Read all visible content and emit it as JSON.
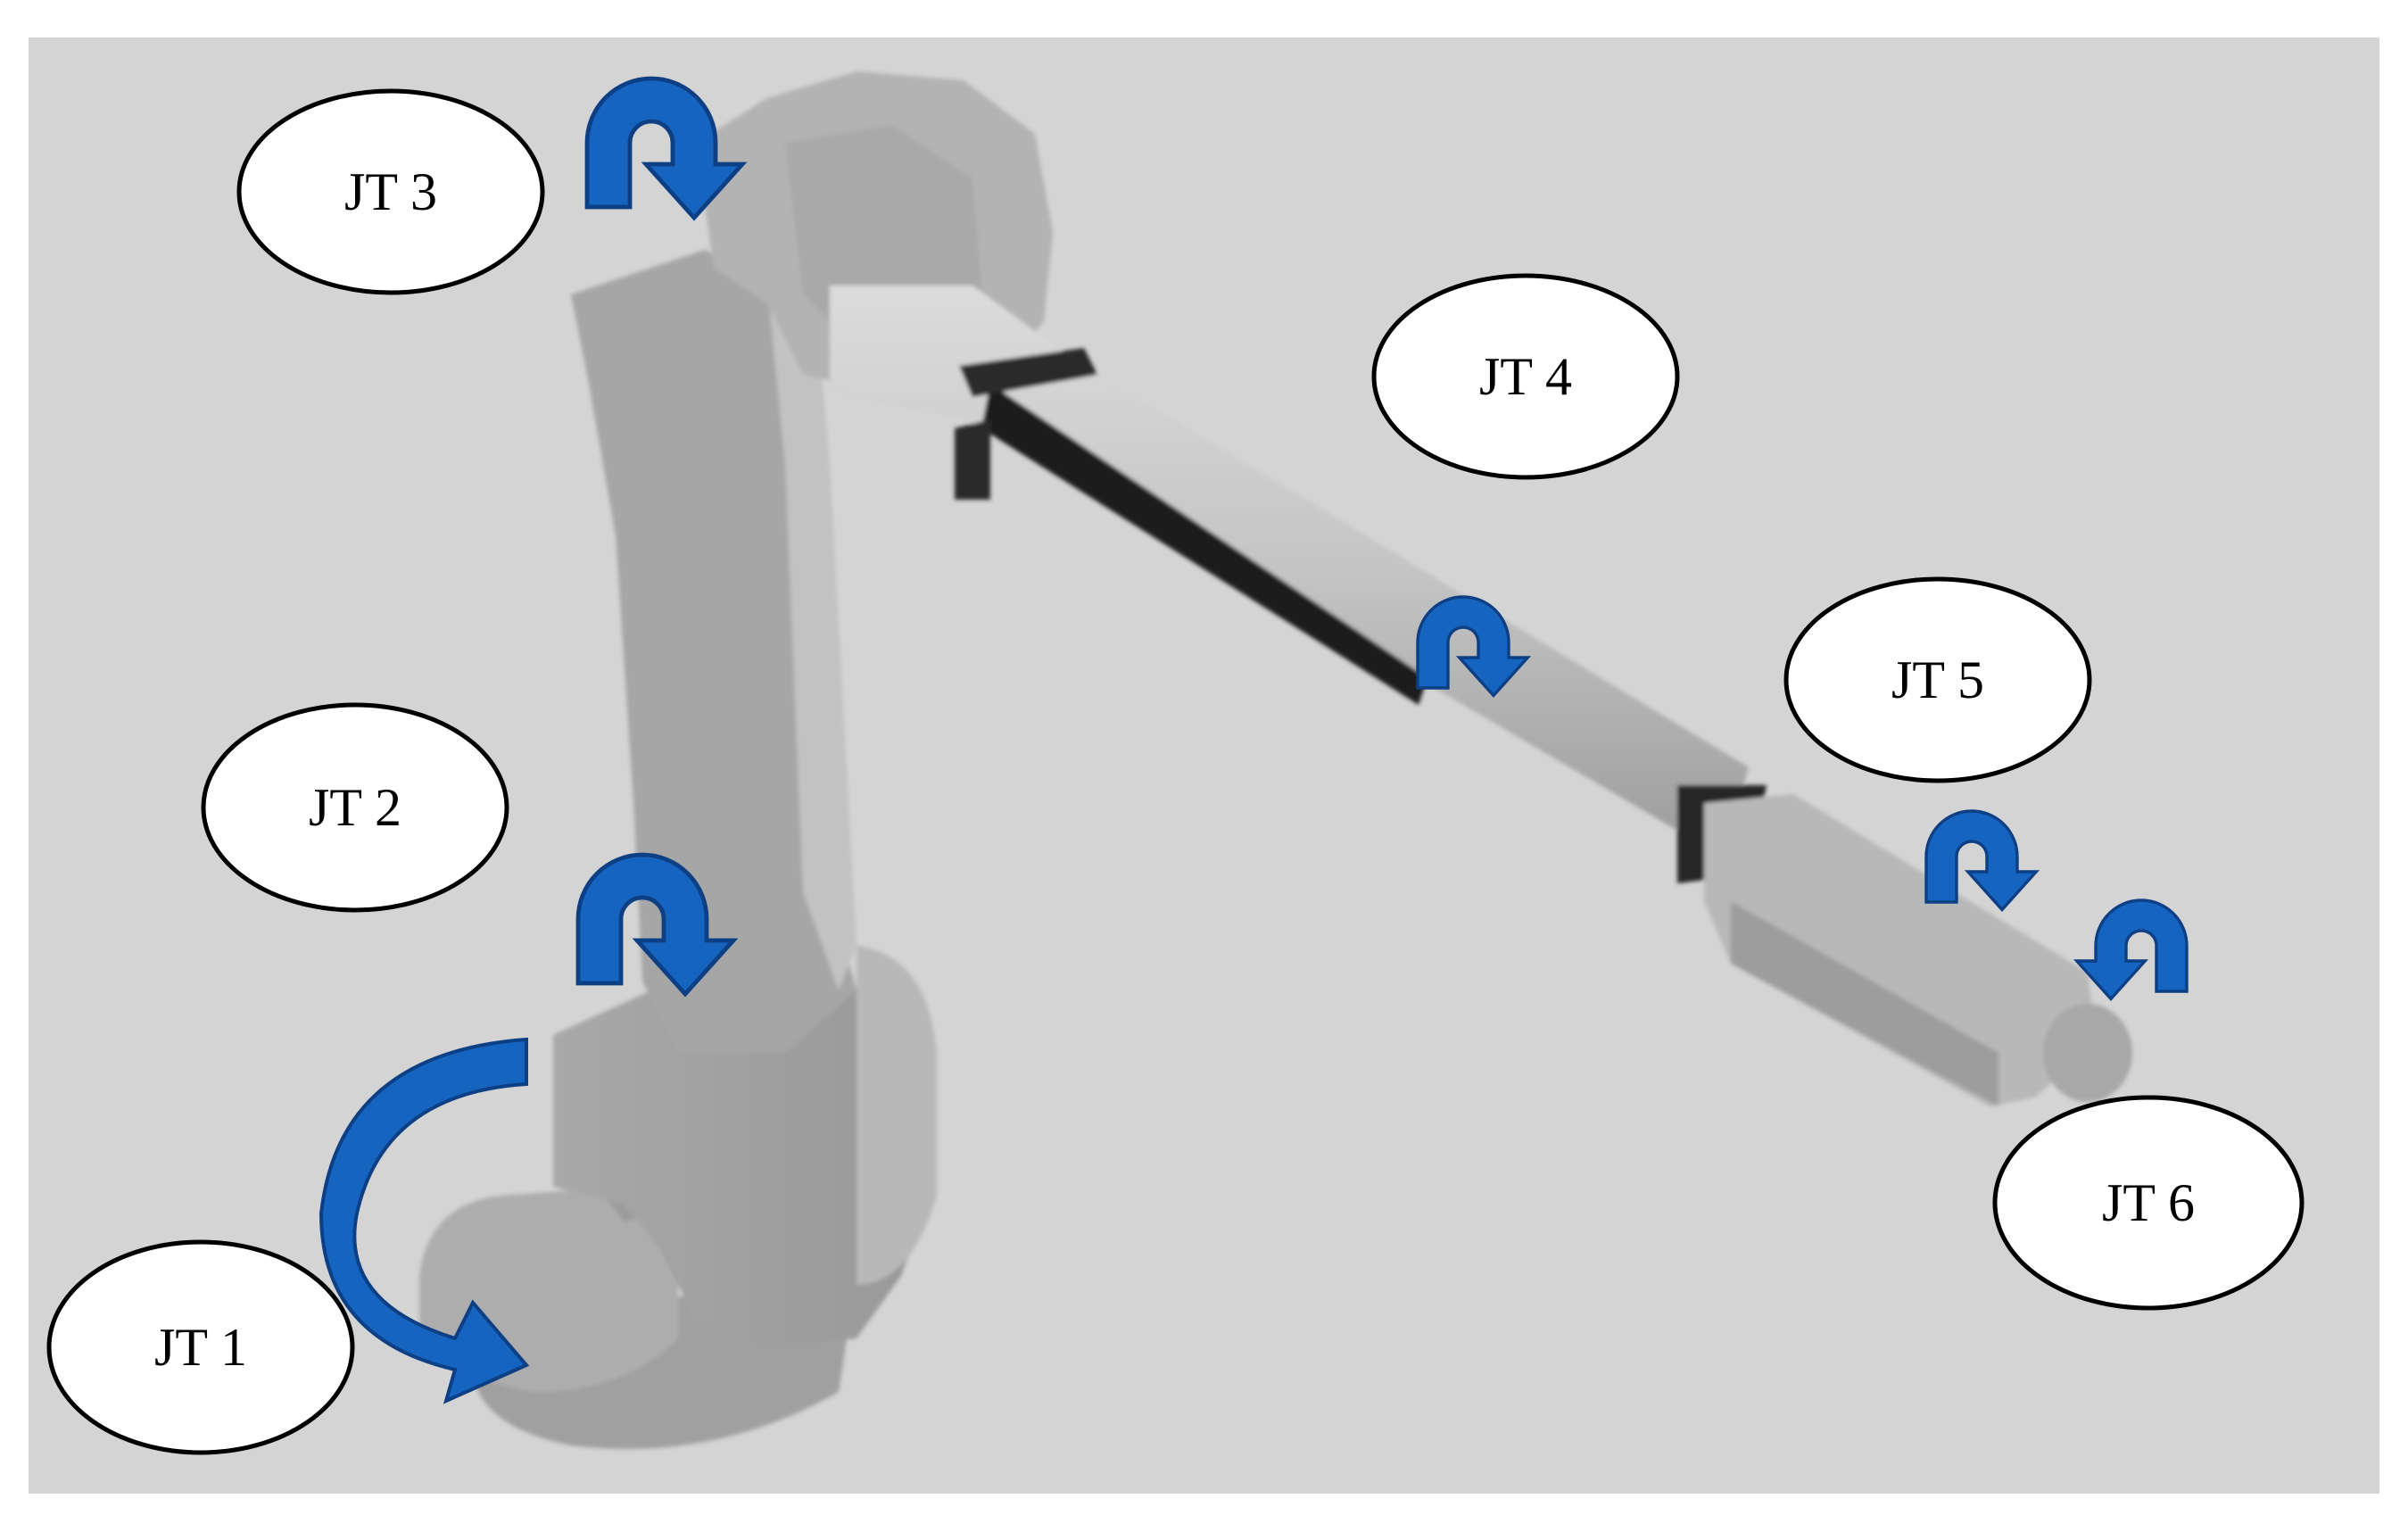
{
  "colors": {
    "background": "#d4d4d4",
    "robot_light": "#b5b5b5",
    "robot_mid": "#a3a3a3",
    "robot_dark": "#8e8e8e",
    "cable": "#222222",
    "arrow": "#1565c0",
    "arrow_dark": "#0d3f85",
    "callout_fill": "#ffffff",
    "callout_stroke": "#000000"
  },
  "joints": [
    {
      "id": "jt1",
      "label": "JT 1"
    },
    {
      "id": "jt2",
      "label": "JT 2"
    },
    {
      "id": "jt3",
      "label": "JT 3"
    },
    {
      "id": "jt4",
      "label": "JT 4"
    },
    {
      "id": "jt5",
      "label": "JT 5"
    },
    {
      "id": "jt6",
      "label": "JT 6"
    }
  ],
  "icons": {
    "rotation_arrow": "curved-rotation-arrow-icon"
  }
}
